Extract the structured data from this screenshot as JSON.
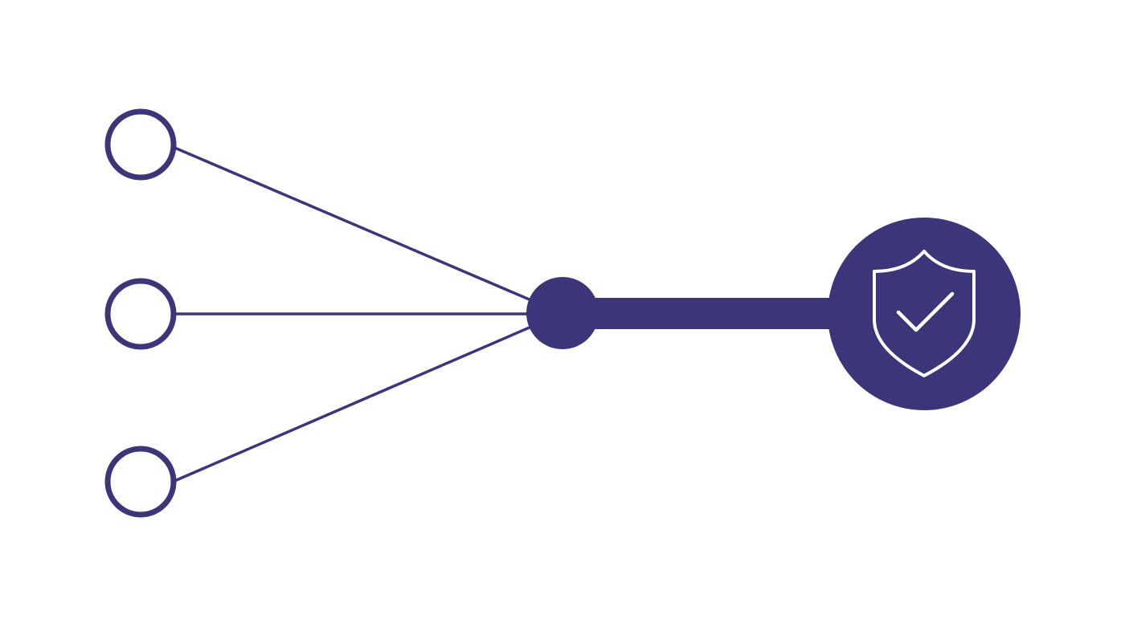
{
  "colors": {
    "primary": "#3d3579",
    "background": "#ffffff",
    "icon_stroke": "#ffffff"
  },
  "diagram": {
    "input_nodes": [
      {
        "id": "input-1",
        "style": "hollow-circle"
      },
      {
        "id": "input-2",
        "style": "hollow-circle"
      },
      {
        "id": "input-3",
        "style": "hollow-circle"
      }
    ],
    "hub_node": {
      "style": "filled-circle"
    },
    "output_node": {
      "style": "filled-circle",
      "icon": "shield-check-icon"
    },
    "connections": [
      {
        "from": "input-1",
        "to": "hub",
        "weight": "thin"
      },
      {
        "from": "input-2",
        "to": "hub",
        "weight": "thin"
      },
      {
        "from": "input-3",
        "to": "hub",
        "weight": "thin"
      },
      {
        "from": "hub",
        "to": "output",
        "weight": "thick"
      }
    ]
  }
}
